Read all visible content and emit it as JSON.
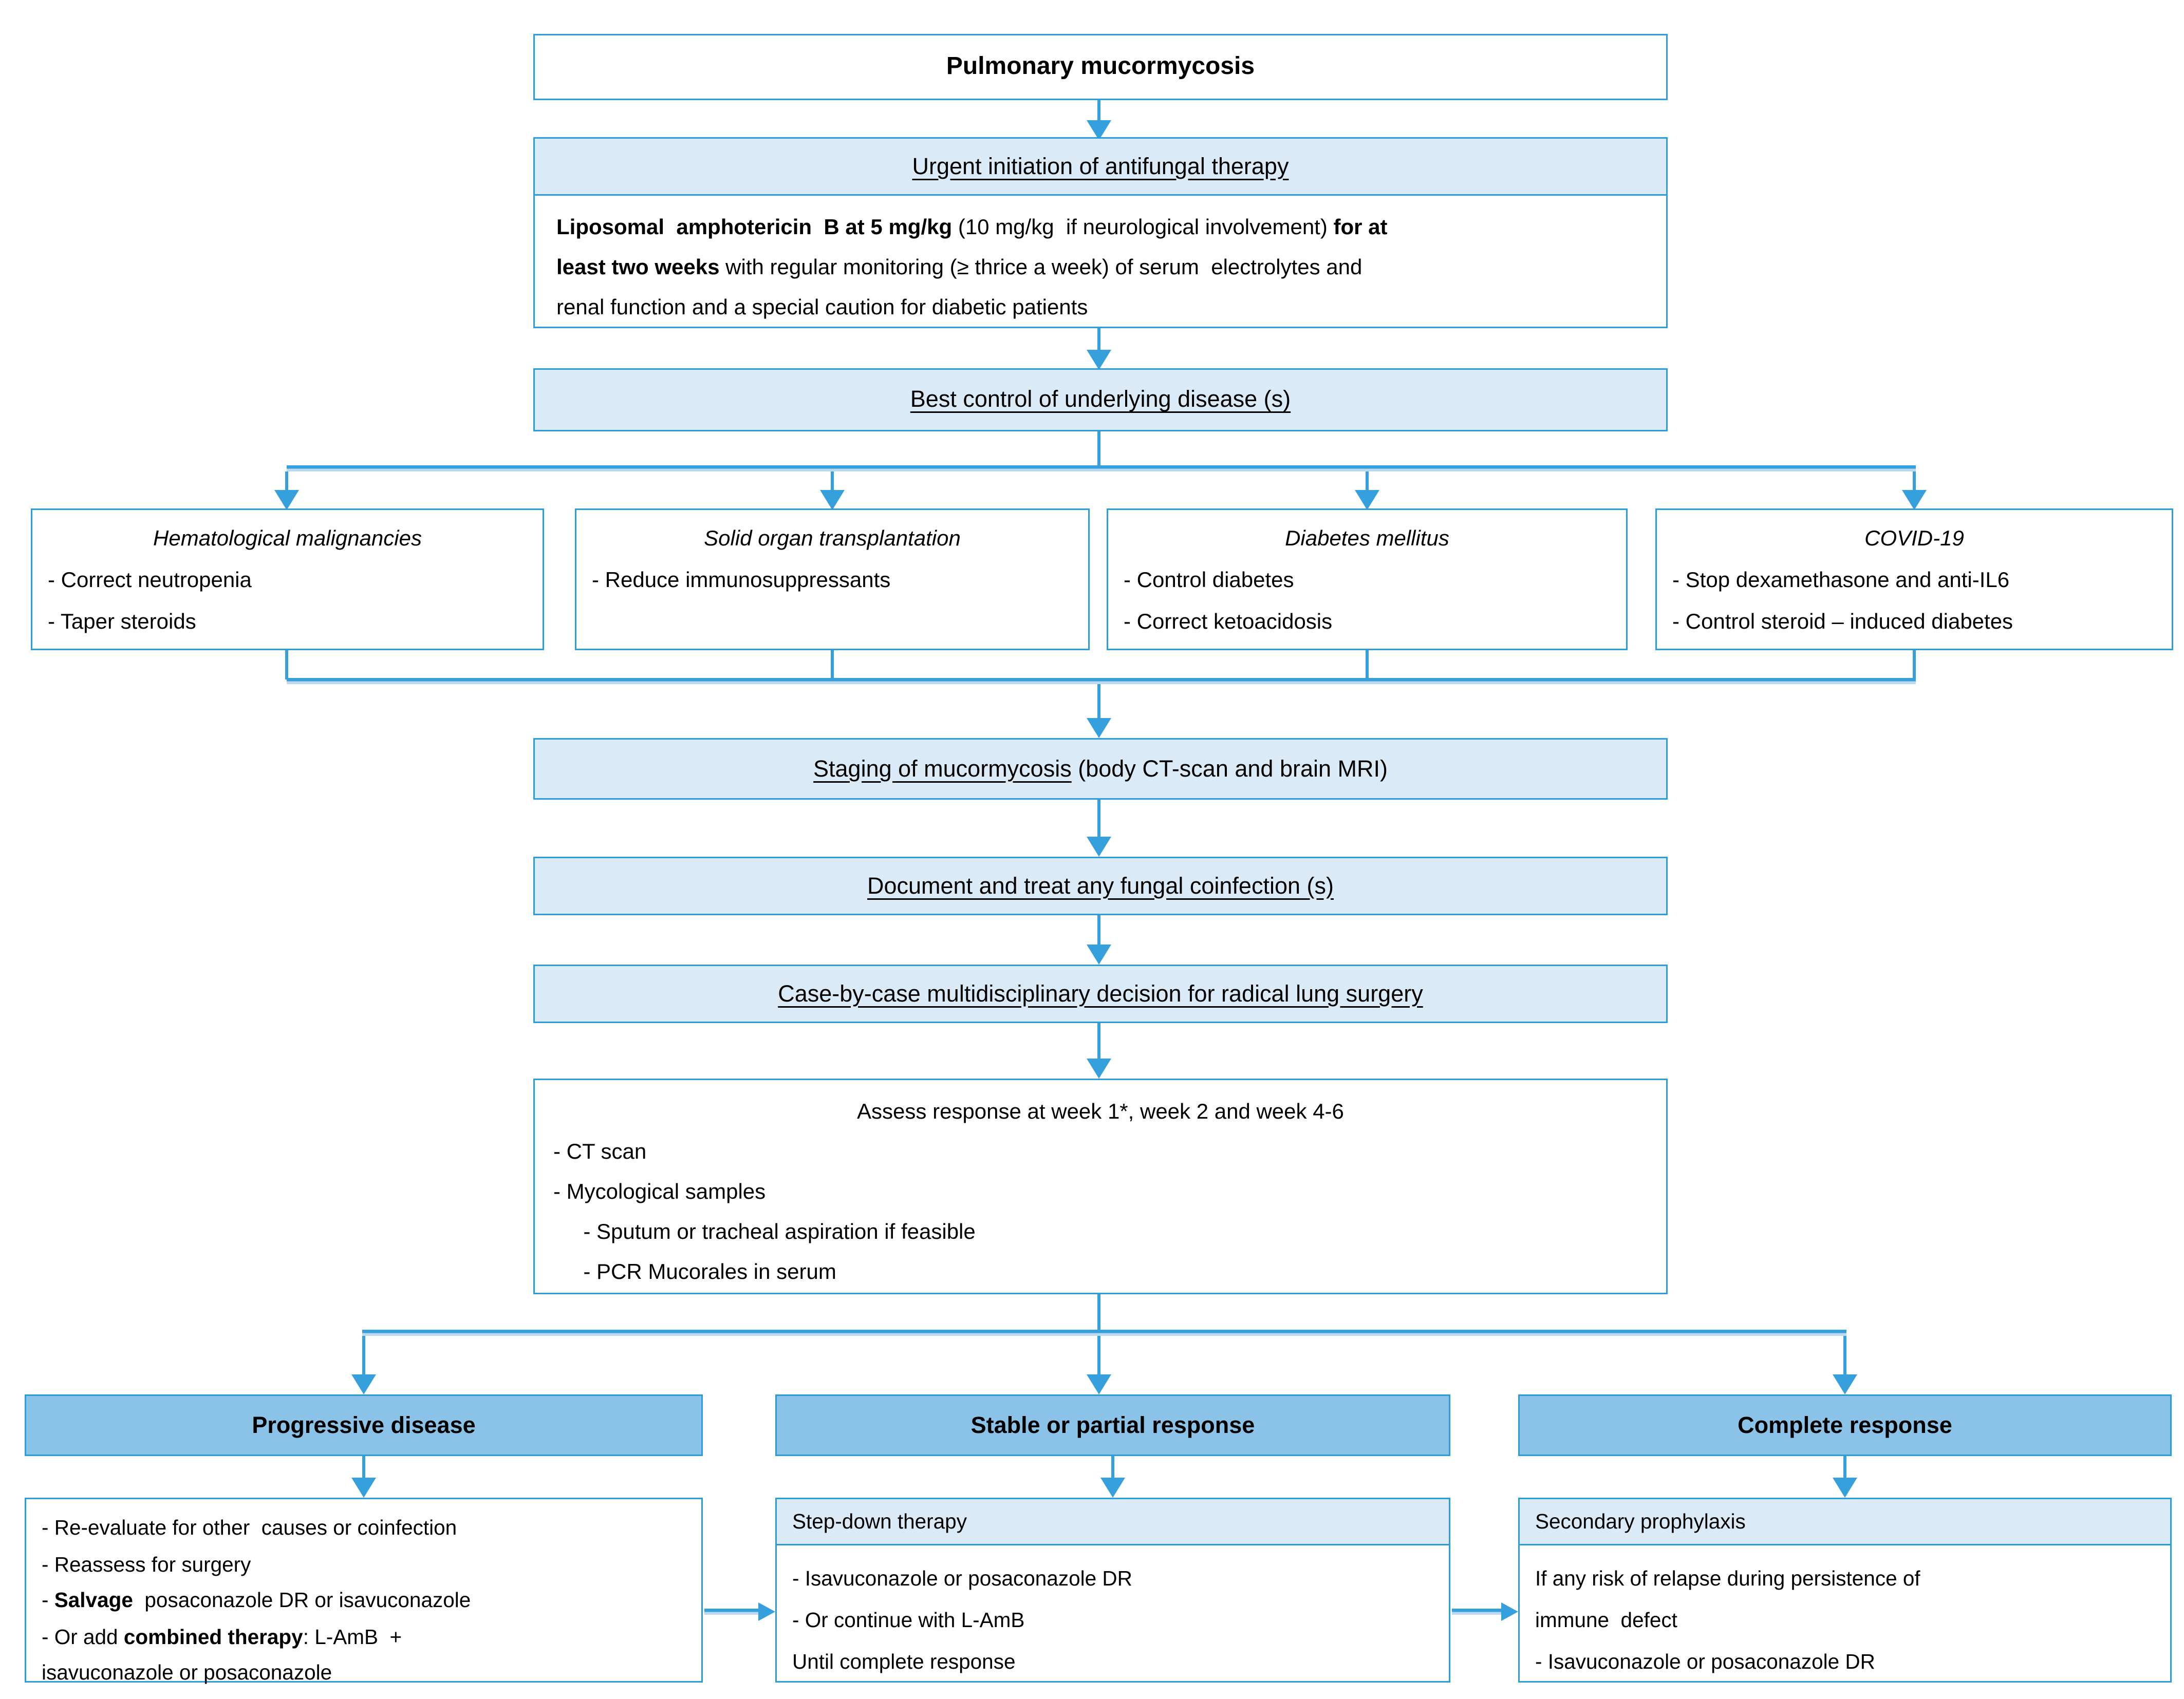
{
  "colors": {
    "border_blue": "#2D9DD9",
    "light_fill": "#DAEAF7",
    "header_fill": "#8BC3E8",
    "line_blue": "#35A0DC",
    "line_light": "#BBD9F0",
    "text": "#000000"
  },
  "flow": {
    "title": "Pulmonary mucormycosis",
    "urgent_header": "Urgent  initiation of antifungal therapy",
    "urgent_paragraph": [
      [
        {
          "t": "Liposomal  amphotericin  B at 5 mg/kg ",
          "b": 1
        },
        {
          "t": "(10 mg/kg  if neurological involvement) "
        },
        {
          "t": "for at",
          "b": 1
        }
      ],
      [
        {
          "t": "least two weeks ",
          "b": 1
        },
        {
          "t": "with regular monitoring (≥ thrice a week) of serum  electrolytes and"
        }
      ],
      [
        {
          "t": "renal function and a special caution for diabetic patients"
        }
      ]
    ],
    "best_control": "Best control of underlying disease (s)",
    "underlying": [
      {
        "title": "Hematological malignancies",
        "bullets": [
          "- Correct neutropenia",
          "- Taper steroids"
        ]
      },
      {
        "title": "Solid organ transplantation",
        "bullets": [
          "- Reduce immunosuppressants"
        ]
      },
      {
        "title": "Diabetes mellitus",
        "bullets": [
          "- Control diabetes",
          "- Correct ketoacidosis"
        ]
      },
      {
        "title": "COVID-19",
        "bullets": [
          "- Stop dexamethasone and anti-IL6",
          "- Control steroid – induced diabetes"
        ]
      }
    ],
    "staging": [
      {
        "t": "Staging of mucormycosis",
        "u": 1
      },
      {
        "t": " (body CT-scan and brain MRI)"
      }
    ],
    "coinfection": "Document  and treat any fungal coinfection (s)",
    "surgery": "Case-by-case multidisciplinary decision for radical lung surgery",
    "assess": {
      "title": "Assess response at week 1*, week 2 and week 4-6",
      "bullets": [
        "- CT scan",
        "- Mycological samples",
        "     - Sputum or tracheal aspiration if feasible",
        "     - PCR Mucorales in serum"
      ]
    },
    "outcomes": [
      {
        "header": "Progressive disease",
        "lines": [
          "- Re-evaluate for other  causes or coinfection",
          "- Reassess for surgery",
          [
            {
              "t": "- "
            },
            {
              "t": "Salvage",
              "b": 1
            },
            {
              "t": "  posaconazole DR or isavuconazole"
            }
          ],
          [
            {
              "t": "- Or add "
            },
            {
              "t": "combined therapy",
              "b": 1
            },
            {
              "t": ": L-AmB  +"
            }
          ],
          "isavuconazole or posaconazole"
        ]
      },
      {
        "header": "Stable or partial  response",
        "subheader": "Step-down  therapy",
        "lines": [
          "- Isavuconazole or posaconazole DR",
          "- Or continue with L-AmB",
          "Until complete response"
        ]
      },
      {
        "header": "Complete response",
        "subheader": "Secondary prophylaxis",
        "lines": [
          "If any risk of relapse during persistence of",
          "immune  defect",
          "- Isavuconazole or posaconazole DR"
        ]
      }
    ]
  }
}
